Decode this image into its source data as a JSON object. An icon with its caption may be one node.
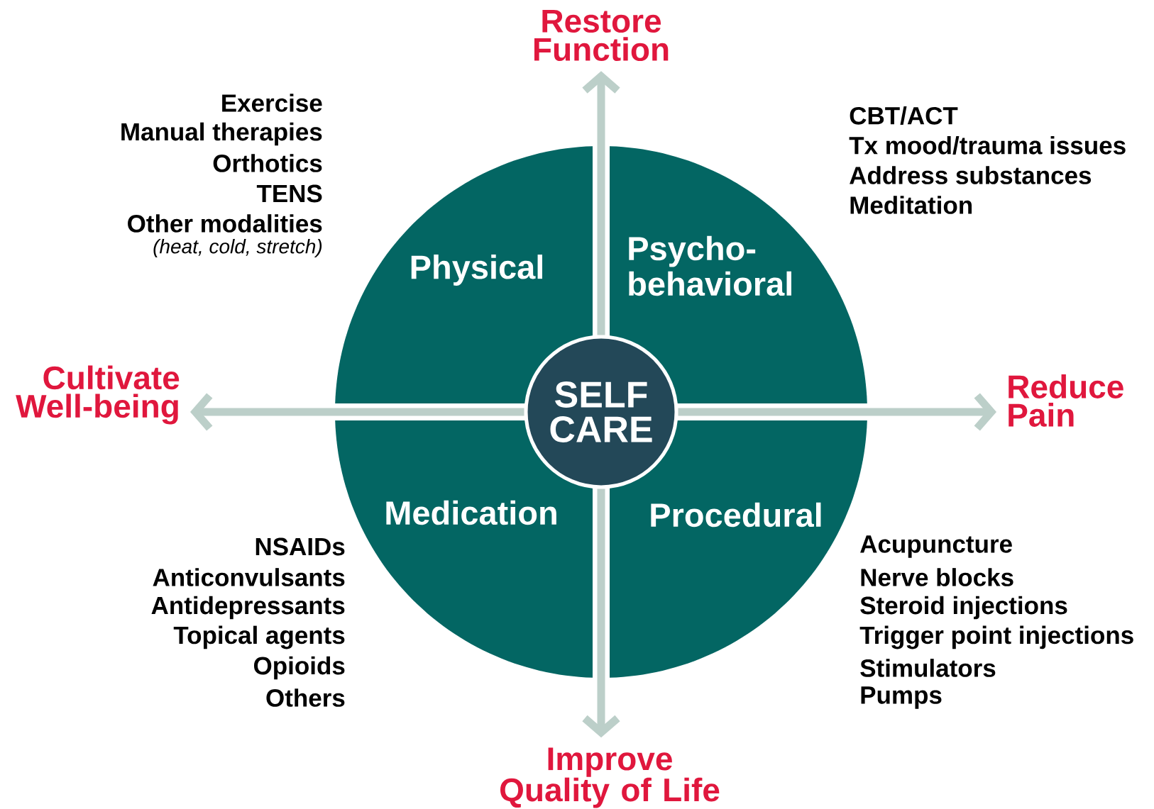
{
  "diagram": {
    "nodes": [
      {
        "text": [
          "Physical"
        ]
      },
      {
        "text": [
          "Psycho- behavioral"
        ]
      },
      {
        "text": [
          "Medication"
        ]
      },
      {
        "text": [
          "Procedural"
        ]
      },
      {
        "text": [
          "SELF CARE"
        ]
      },
      {
        "text": [
          "Restore Function"
        ]
      },
      {
        "text": [
          "Reduce Pain"
        ]
      },
      {
        "text": [
          "Improve Quality of Life"
        ]
      },
      {
        "text": [
          "Cultivate Well-being"
        ]
      }
    ],
    "edges": [
      {
        "from": 4,
        "to": 5,
        "arrow": "to"
      },
      {
        "from": 4,
        "to": 6,
        "arrow": "to"
      },
      {
        "from": 4,
        "to": 7,
        "arrow": "to"
      },
      {
        "from": 4,
        "to": 8,
        "arrow": "to"
      }
    ],
    "labels": [
      "Exercise",
      "Manual therapies",
      "Orthotics",
      "TENS",
      "Other modalities",
      "(heat, cold, stretch)",
      "CBT/ACT",
      "Tx mood/trauma issues",
      "Address substances",
      "Meditation",
      "NSAIDs",
      "Anticonvulsants",
      "Antidepressants",
      "Topical agents",
      "Opioids",
      "Others",
      "Acupuncture",
      "Nerve blocks",
      "Steroid injections",
      "Trigger point injections",
      "Stimulators",
      "Pumps"
    ]
  }
}
